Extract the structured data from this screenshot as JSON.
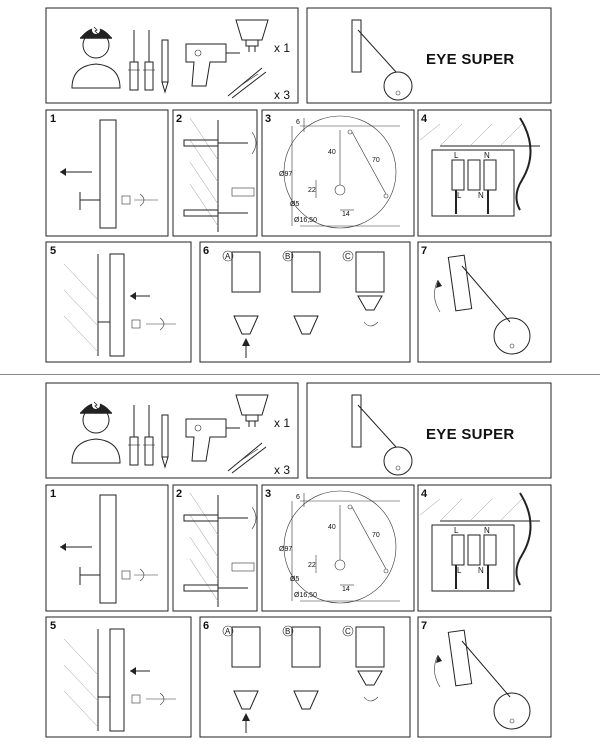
{
  "product_name": "EYE SUPER",
  "quantities": {
    "bulb": "x 1",
    "screws": "x 3"
  },
  "steps": {
    "s1": "1",
    "s2": "2",
    "s3": "3",
    "s4": "4",
    "s5": "5",
    "s6": "6",
    "s7": "7"
  },
  "dimensions": {
    "d6": "6",
    "d40": "40",
    "d70": "70",
    "d97": "Ø97",
    "d22": "22",
    "d5": "Ø5",
    "d14": "14",
    "d1650": "Ø16,50"
  },
  "terminals": {
    "L": "L",
    "N": "N"
  },
  "variants": {
    "a": "A",
    "b": "B",
    "c": "C"
  }
}
